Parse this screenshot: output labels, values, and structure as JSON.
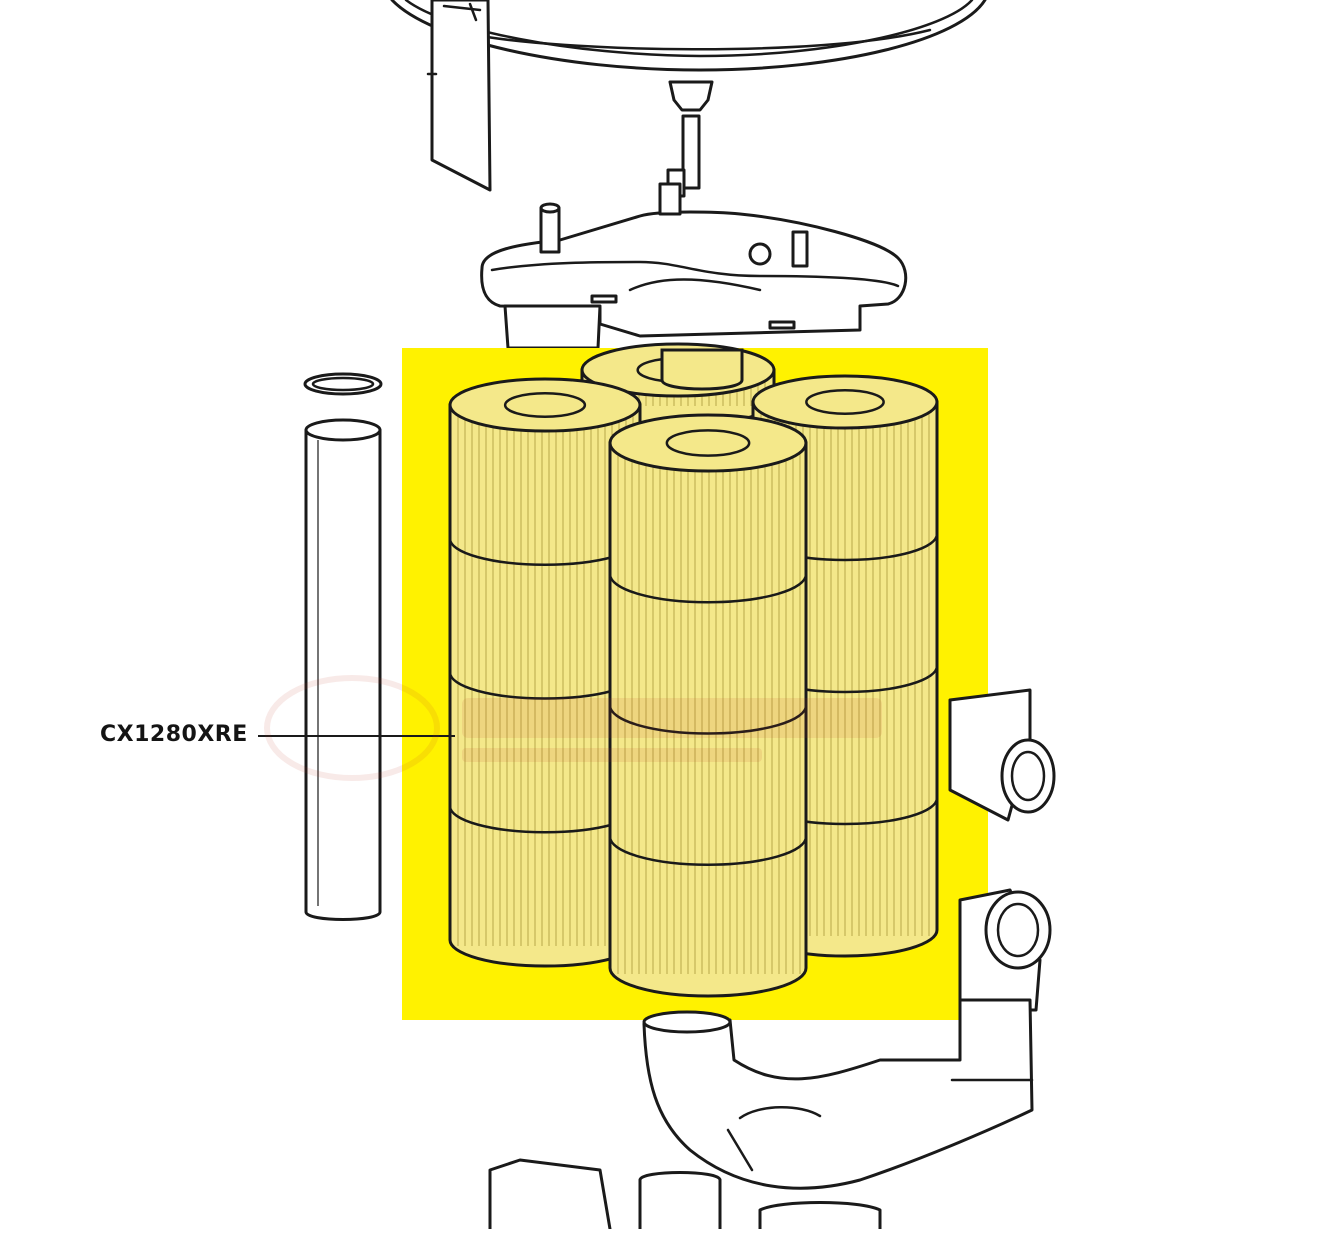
{
  "callout": {
    "part_number": "CX1280XRE"
  },
  "colors": {
    "highlight": "#FFF200",
    "line": "#1A1A1A",
    "background": "#FFFFFF",
    "watermark": "#C0392B"
  },
  "icons": {
    "tank-lid": "tank-lid-drawing",
    "manifold": "manifold-drawing",
    "cartridges": "filter-cartridge-drawing",
    "pipe": "air-relief-pipe-drawing",
    "elbows": "pvc-elbow-drawing"
  }
}
